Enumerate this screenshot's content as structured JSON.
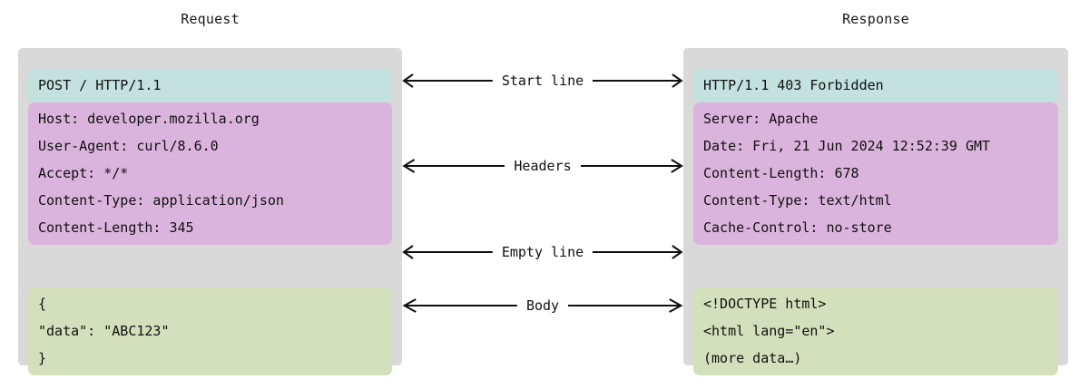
{
  "columns": {
    "request_title": "Request",
    "response_title": "Response"
  },
  "colors": {
    "panel_background": "#d9d9d9",
    "start_line_background": "#c3e2df",
    "headers_background": "#dbb4dd",
    "body_background": "#d4dfbb",
    "text": "#101010",
    "page_background": "#ffffff"
  },
  "request": {
    "start_line": [
      "POST / HTTP/1.1"
    ],
    "headers": [
      "Host: developer.mozilla.org",
      "User-Agent: curl/8.6.0",
      "Accept: */*",
      "Content-Type: application/json",
      "Content-Length: 345"
    ],
    "body": [
      "{",
      "\"data\": \"ABC123\"",
      "}"
    ]
  },
  "response": {
    "start_line": [
      "HTTP/1.1 403 Forbidden"
    ],
    "headers": [
      "Server: Apache",
      "Date: Fri, 21 Jun 2024 12:52:39 GMT",
      "Content-Length: 678",
      "Content-Type: text/html",
      "Cache-Control: no-store"
    ],
    "body": [
      "<!DOCTYPE html>",
      "<html lang=\"en\">",
      "(more data…)"
    ]
  },
  "arrows": {
    "start_line_label": "Start line",
    "headers_label": "Headers",
    "empty_line_label": "Empty line",
    "body_label": "Body"
  }
}
